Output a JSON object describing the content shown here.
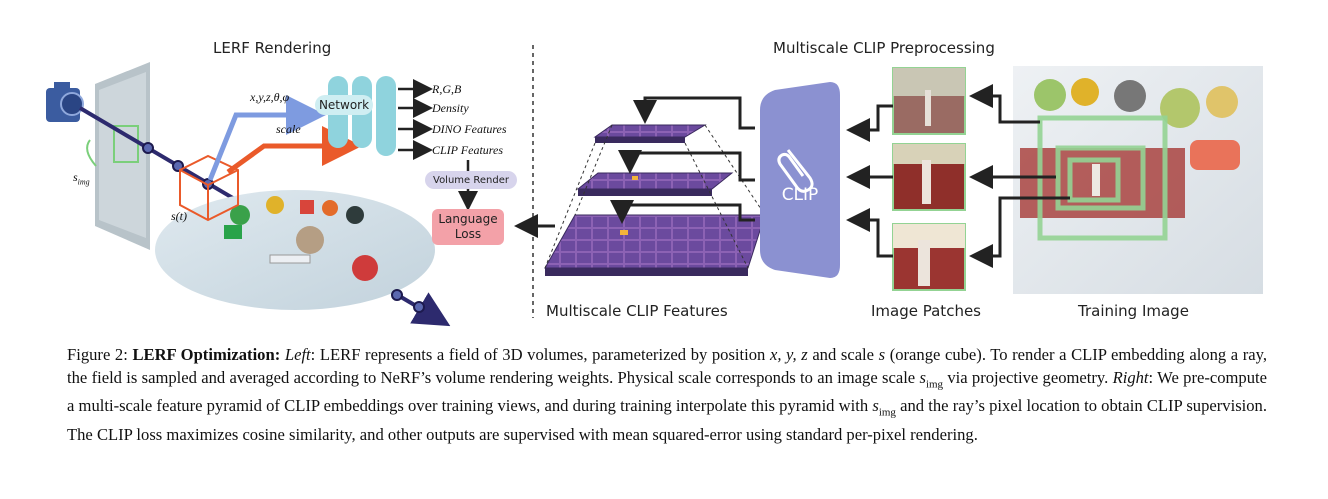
{
  "left": {
    "title": "LERF Rendering",
    "inputs": {
      "pose": "x,y,z,θ,φ",
      "scale": "scale"
    },
    "network_label": "Network",
    "outputs": [
      "R,G,B",
      "Density",
      "DINO Features",
      "CLIP Features"
    ],
    "volume_render": "Volume Render",
    "loss": "Language\nLoss",
    "s_img": "s",
    "s_img_sub": "img",
    "s_t": "s(t)"
  },
  "right": {
    "title": "Multiscale CLIP Preprocessing",
    "clip_label": "CLIP",
    "features_label": "Multiscale CLIP Features",
    "patches_label": "Image Patches",
    "training_label": "Training Image"
  },
  "caption": {
    "fig": "Figure 2:",
    "bold_title": "LERF Optimization:",
    "left_word": "Left",
    "text1": ": LERF represents a field of 3D volumes, parameterized by position ",
    "pos_vars": "x, y, z",
    "text2": " and scale ",
    "scale_var": "s",
    "text3": " (orange cube). To render a CLIP embedding along a ray, the field is sampled and averaged according to NeRF’s volume rendering weights. Physical scale corresponds to an image scale ",
    "simg": "s",
    "simg_sub": "img",
    "text4": " via projective geometry. ",
    "right_word": "Right",
    "text5": ": We pre-compute a multi-scale feature pyramid of CLIP embeddings over training views, and during training interpolate this pyramid with ",
    "text6": " and the ray’s pixel location to obtain CLIP supervision. The CLIP loss maximizes cosine similarity, and other outputs are supervised with mean squared-error using standard per-pixel rendering."
  },
  "colors": {
    "network": "#8fd3dd",
    "pose_arrow": "#7e9be0",
    "scale_arrow": "#ea5a2a",
    "loss_box": "#f3a1a8",
    "volume_render": "#d7d4ec",
    "clip_panel": "#8b91d1",
    "pyramid": "#6a4c9c",
    "patch_frame": "#93d393",
    "ray": "#2d2a6e"
  }
}
